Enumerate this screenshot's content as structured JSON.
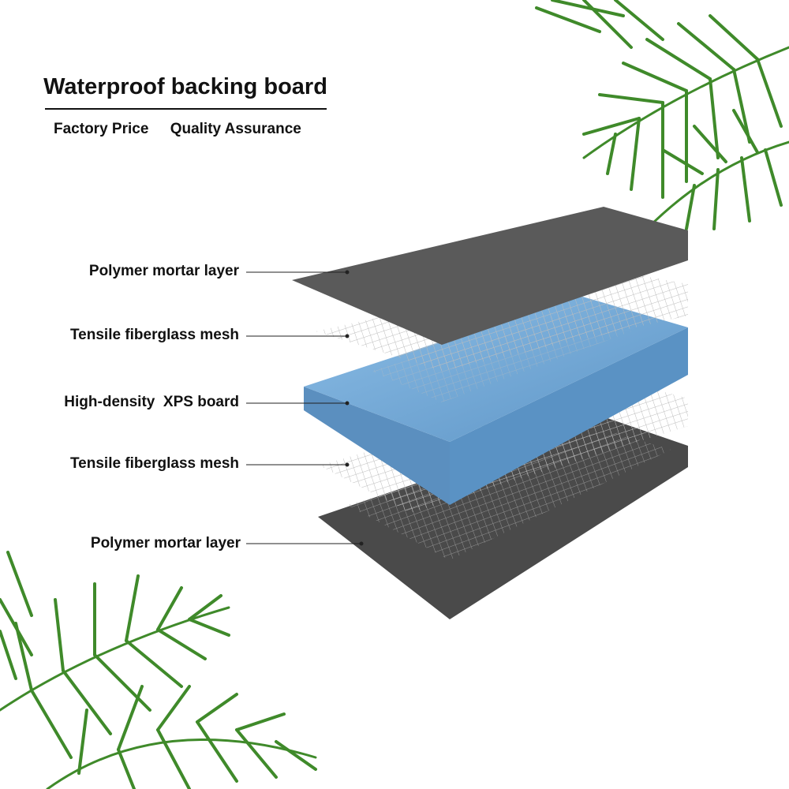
{
  "header": {
    "title": "Waterproof backing board",
    "subtitles": [
      "Factory Price",
      "Quality Assurance"
    ]
  },
  "layers": [
    {
      "label": "Polymer mortar layer"
    },
    {
      "label": "Tensile fiberglass mesh"
    },
    {
      "label": "High-density  XPS board"
    },
    {
      "label": "Tensile fiberglass mesh"
    },
    {
      "label": "Polymer mortar layer"
    }
  ],
  "colors": {
    "mortar": "#5a5a5a",
    "xps": "#6fa6d3",
    "leaf": "#3f8a2a"
  }
}
